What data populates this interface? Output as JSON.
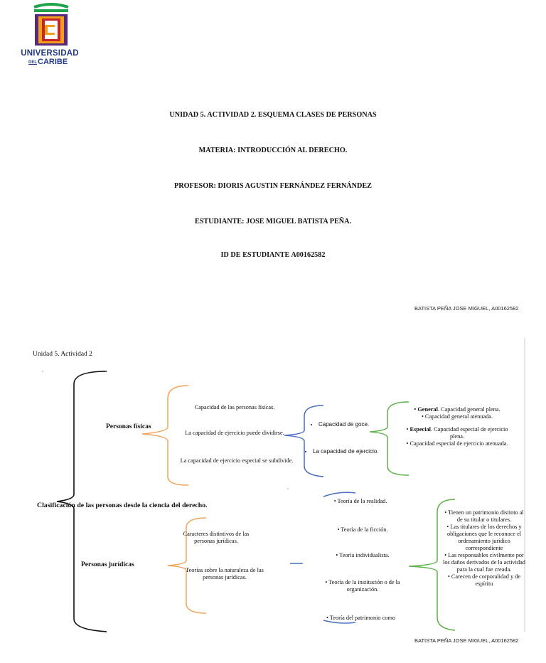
{
  "logo": {
    "line1": "UNIVERSIDAD",
    "line2_prefix": "DEL",
    "line2": "CARIBE",
    "colors": {
      "navy": "#233a86",
      "orange": "#f2a01c",
      "green": "#20a34a",
      "red": "#c8242b"
    }
  },
  "cover": {
    "title": "UNIDAD 5. ACTIVIDAD 2. ESQUEMA CLASES DE PERSONAS",
    "materia": "MATERIA: INTRODUCCIÓN AL DERECHO.",
    "profesor": "PROFESOR: DIORIS AGUSTIN FERNÁNDEZ FERNÁNDEZ",
    "estudiante": "ESTUDIANTE: JOSE MIGUEL BATISTA PEÑA.",
    "id": "ID DE ESTUDIANTE A00162582"
  },
  "footer_text": "BATISTA PEÑA JOSE MIGUEL, A00162582",
  "diagram": {
    "heading": "Unidad 5. Actividad 2",
    "root": "Clasificación de las personas desde la ciencia del derecho.",
    "fisicas": {
      "label": "Personas físicas",
      "items": [
        "Capacidad de las personas físicas.",
        "La capacidad de ejercicio puede dividirse.",
        "La capacidad de ejercicio especial se subdivide."
      ],
      "capacidades": [
        "Capacidad de goce.",
        "La capacidad de ejercicio."
      ],
      "detalle": {
        "general_bold": "General",
        "general_rest": ". Capacidad general plena.",
        "general_sub": "Capacidad general atenuada.",
        "especial_bold": "Especial",
        "especial_rest": ". Capacidad especial de ejercicio plena.",
        "especial_sub": "Capacidad especial de ejercicio atenuada."
      }
    },
    "juridicas": {
      "label": "Personas jurídicas",
      "items": [
        "Caracteres distintivos de las personas jurídicas.",
        "Teorías sobre la naturaleza de las personas jurídicas."
      ],
      "teorias": [
        "Teoría de la realidad.",
        "Teoría de la ficción.",
        "Teoría individualista.",
        "Teoría de la institución o de la organización.",
        "Teoría del patrimonio como"
      ],
      "caracteres": [
        "Tienen un patrimonio distinto al de su titular o titulares.",
        "Las titulares de los derechos y obligaciones que le reconoce el ordenamiento jurídico correspondiente",
        "Las responsables civilmente por los daños derivados de la actividad para la cual fue creada.",
        "Carecen de corporalidad y de espíritu"
      ]
    }
  }
}
